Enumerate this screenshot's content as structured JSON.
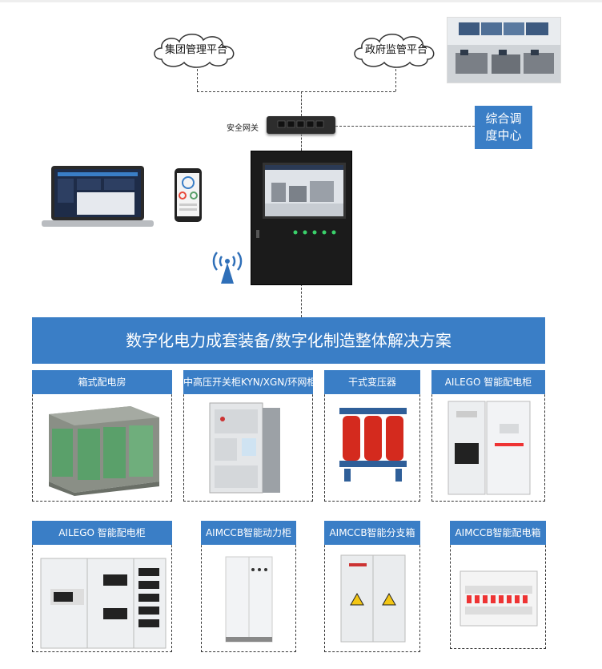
{
  "clouds": {
    "group_platform": "集团管理平台",
    "gov_platform": "政府监管平台"
  },
  "gateway_label": "安全网关",
  "dispatch_center": {
    "line1": "综合调",
    "line2": "度中心"
  },
  "banner_title": "数字化电力成套装备/数字化制造整体解决方案",
  "products_row1": [
    "箱式配电房",
    "中高压开关柜KYN/XGN/环网柜",
    "干式变压器",
    "AILEGO 智能配电柜"
  ],
  "products_row2": [
    "AILEGO 智能配电柜",
    "AIMCCB智能动力柜",
    "AIMCCB智能分支箱",
    "AIMCCB智能配电箱"
  ],
  "colors": {
    "accent": "#3a7ec6",
    "panel_green": "#5aa06a",
    "transformer_red": "#d42a1e"
  },
  "icons": [
    "cloud-icon",
    "network-switch-icon",
    "laptop-icon",
    "phone-icon",
    "wifi-tower-icon"
  ]
}
